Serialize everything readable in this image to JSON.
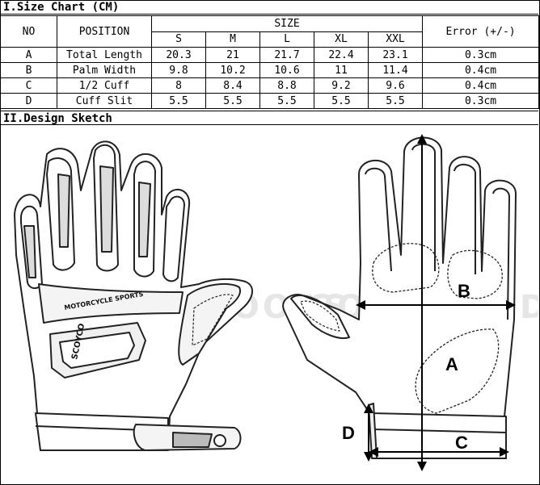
{
  "section1_title": "I.Size Chart (CM)",
  "section2_title": "II.Design Sketch",
  "table": {
    "col_no": "NO",
    "col_position": "POSITION",
    "col_size": "SIZE",
    "col_error": "Error (+/-)",
    "sizes": [
      "S",
      "M",
      "L",
      "XL",
      "XXL"
    ],
    "rows": [
      {
        "no": "A",
        "position": "Total Length",
        "values": [
          "20.3",
          "21",
          "21.7",
          "22.4",
          "23.1"
        ],
        "error": "0.3cm"
      },
      {
        "no": "B",
        "position": "Palm Width",
        "values": [
          "9.8",
          "10.2",
          "10.6",
          "11",
          "11.4"
        ],
        "error": "0.4cm"
      },
      {
        "no": "C",
        "position": "1/2 Cuff",
        "values": [
          "8",
          "8.4",
          "8.8",
          "9.2",
          "9.6"
        ],
        "error": "0.4cm"
      },
      {
        "no": "D",
        "position": "Cuff Slit",
        "values": [
          "5.5",
          "5.5",
          "5.5",
          "5.5",
          "5.5"
        ],
        "error": "0.3cm"
      }
    ]
  },
  "sketch": {
    "watermark": "GOODGOODS",
    "glove_text_1": "MOTORCYCLE SPORTS",
    "glove_text_2": "SCOYCO",
    "labels": {
      "a": "A",
      "b": "B",
      "c": "C",
      "d": "D"
    }
  }
}
